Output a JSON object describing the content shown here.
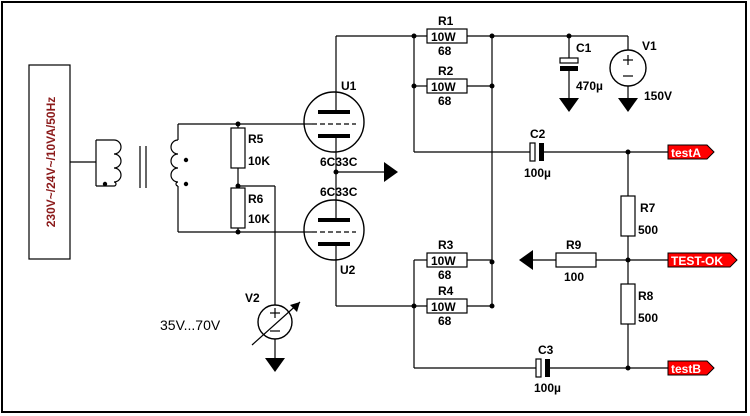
{
  "transformer": {
    "label": "230V~/24V~/10VA/50Hz",
    "label_color": "#8B1A1A"
  },
  "resistors": {
    "R1": {
      "name": "R1",
      "value": "10W",
      "sub": "68"
    },
    "R2": {
      "name": "R2",
      "value": "10W",
      "sub": "68"
    },
    "R3": {
      "name": "R3",
      "value": "10W",
      "sub": "68"
    },
    "R4": {
      "name": "R4",
      "value": "10W",
      "sub": "68"
    },
    "R5": {
      "name": "R5",
      "value": "10K"
    },
    "R6": {
      "name": "R6",
      "value": "10K"
    },
    "R7": {
      "name": "R7",
      "value": "500"
    },
    "R8": {
      "name": "R8",
      "value": "500"
    },
    "R9": {
      "name": "R9",
      "value": "100"
    }
  },
  "capacitors": {
    "C1": {
      "name": "C1",
      "value": "470µ"
    },
    "C2": {
      "name": "C2",
      "value": "100µ"
    },
    "C3": {
      "name": "C3",
      "value": "100µ"
    }
  },
  "tubes": {
    "U1": {
      "name": "U1",
      "type": "6C33C"
    },
    "U2": {
      "name": "U2",
      "type": "6C33C"
    }
  },
  "sources": {
    "V1": {
      "name": "V1",
      "value": "150V"
    },
    "V2": {
      "name": "V2",
      "range": "35V...70V"
    }
  },
  "outputs": {
    "testA": "testA",
    "testOK": "TEST-OK",
    "testB": "testB",
    "tag_fill": "#FF0000",
    "tag_text": "#FFFFFF"
  }
}
